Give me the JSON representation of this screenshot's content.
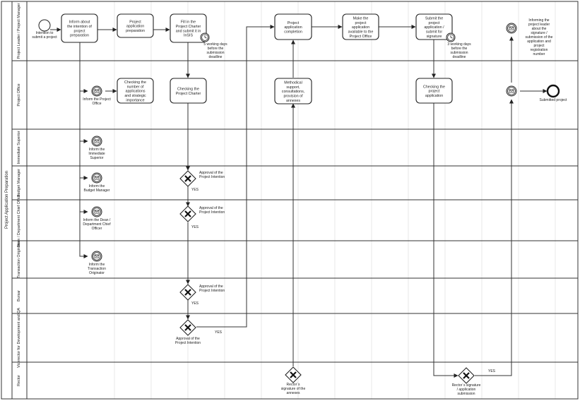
{
  "pool_title": "Project Application Preparation",
  "lanes": [
    {
      "id": "pl",
      "label": "Project Leader / Project Manager"
    },
    {
      "id": "po",
      "label": "Project Office"
    },
    {
      "id": "is",
      "label": "Immediate Superior"
    },
    {
      "id": "bm",
      "label": "Budget Manager"
    },
    {
      "id": "dd",
      "label": "Dean / Department Chief Officer"
    },
    {
      "id": "to",
      "label": "Transaction Originator"
    },
    {
      "id": "bu",
      "label": "Bursar"
    },
    {
      "id": "vr",
      "label": "Vicerector for Development and QA"
    },
    {
      "id": "re",
      "label": "Rector"
    }
  ],
  "tasks": [
    {
      "id": "t1",
      "lines": [
        "Inform about",
        "the intention of",
        "project",
        "preparation"
      ]
    },
    {
      "id": "t2",
      "lines": [
        "Project",
        "application",
        "preparation"
      ]
    },
    {
      "id": "t3",
      "lines": [
        "Fill in the",
        "Project Charter",
        "and submit it in",
        "InSIS"
      ]
    },
    {
      "id": "t4",
      "lines": [
        "Project",
        "application",
        "completion"
      ]
    },
    {
      "id": "t5",
      "lines": [
        "Make the",
        "project",
        "application",
        "available to the",
        "Project Office"
      ]
    },
    {
      "id": "t6",
      "lines": [
        "Submit the",
        "project",
        "application /",
        "submit for",
        "signature"
      ]
    },
    {
      "id": "t7",
      "lines": [
        "Checking the",
        "number of",
        "applications",
        "and strategic",
        "importance"
      ]
    },
    {
      "id": "t8",
      "lines": [
        "Checking the",
        "Project Charter"
      ]
    },
    {
      "id": "t9",
      "lines": [
        "Methodical",
        "support,",
        "consultations,",
        "provision of",
        "annexes"
      ]
    },
    {
      "id": "t10",
      "lines": [
        "Checking the",
        "project",
        "application"
      ]
    }
  ],
  "events": [
    {
      "id": "start",
      "lines": [
        "Intention to",
        "submit a project"
      ]
    },
    {
      "id": "timer1",
      "lines": [
        "5 working days",
        "before the",
        "submission",
        "deadline"
      ]
    },
    {
      "id": "timer2",
      "lines": [
        "3 working days",
        "before the",
        "submission",
        "deadline"
      ]
    },
    {
      "id": "msg_pl_end",
      "lines": [
        "Informing the",
        "project leader",
        "about the",
        "signature /",
        "submission of the",
        "application and",
        "project",
        "registration",
        "number"
      ]
    },
    {
      "id": "msg_po",
      "lines": [
        "Inform the Project",
        "Office"
      ]
    },
    {
      "id": "end",
      "lines": [
        "Submitted project"
      ]
    },
    {
      "id": "msg_is",
      "lines": [
        "Inform the",
        "Immediate",
        "Superior"
      ]
    },
    {
      "id": "msg_bm",
      "lines": [
        "Inform the",
        "Budget Manager"
      ]
    },
    {
      "id": "msg_dd",
      "lines": [
        "Inform the Dean /",
        "Department Chief",
        "Officer"
      ]
    },
    {
      "id": "msg_to",
      "lines": [
        "Inform the",
        "Transaction",
        "Originator"
      ]
    },
    {
      "id": "msg_po2",
      "lines": []
    }
  ],
  "gateways": [
    {
      "id": "g_bm",
      "lines": [
        "Approval of the",
        "Project Intention"
      ],
      "yes": "YES"
    },
    {
      "id": "g_dd",
      "lines": [
        "Approval of the",
        "Project Intention"
      ],
      "yes": "YES"
    },
    {
      "id": "g_bu",
      "lines": [
        "Approval of the",
        "Project Intention"
      ],
      "yes": "YES"
    },
    {
      "id": "g_vr",
      "lines": [
        "Approval of the",
        "Project Intention"
      ],
      "yes": "YES"
    },
    {
      "id": "g_re1",
      "lines": [
        "Rector´s",
        "signature of the",
        "annexes"
      ],
      "yes": ""
    },
    {
      "id": "g_re2",
      "lines": [
        "Rector´s signature",
        "/ application",
        "submission"
      ],
      "yes": "YES"
    }
  ]
}
